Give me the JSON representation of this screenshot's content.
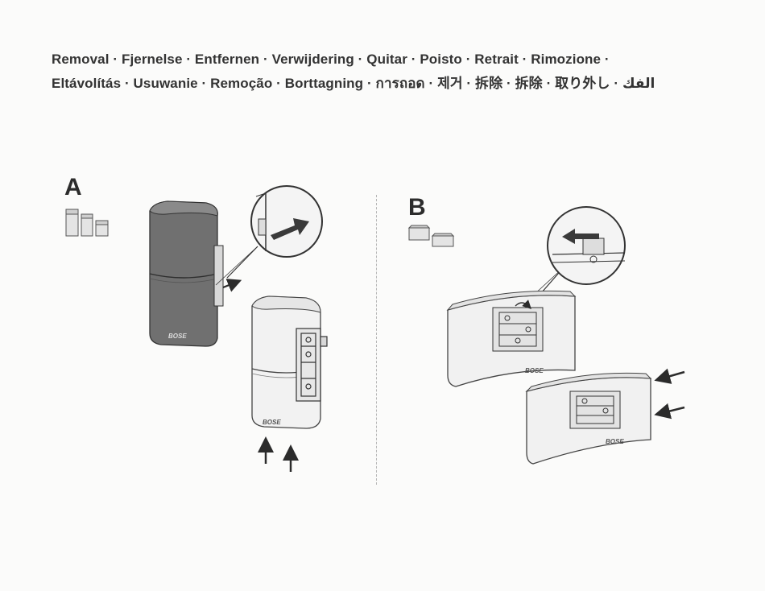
{
  "header": {
    "line1": "Removal · Fjernelse · Entfernen · Verwijdering · Quitar · Poisto · Retrait · Rimozione ·",
    "line2": "Eltávolítás · Usuwanie · Remoção · Borttagning · การถอด · 제거 · 拆除 · 拆除 · 取り外し · الفك"
  },
  "sections": {
    "a": {
      "letter": "A",
      "brand": "BOSE"
    },
    "b": {
      "letter": "B",
      "brand": "BOSE"
    }
  },
  "colors": {
    "ink": "#2e2e2e",
    "speaker_dark": "#6d6d6d",
    "paper": "#fbfbfa"
  },
  "icons": [
    "cube-speaker-icon",
    "flat-speaker-icon",
    "arrow-icon",
    "magnifier-callout-icon",
    "mounting-bracket-icon"
  ]
}
